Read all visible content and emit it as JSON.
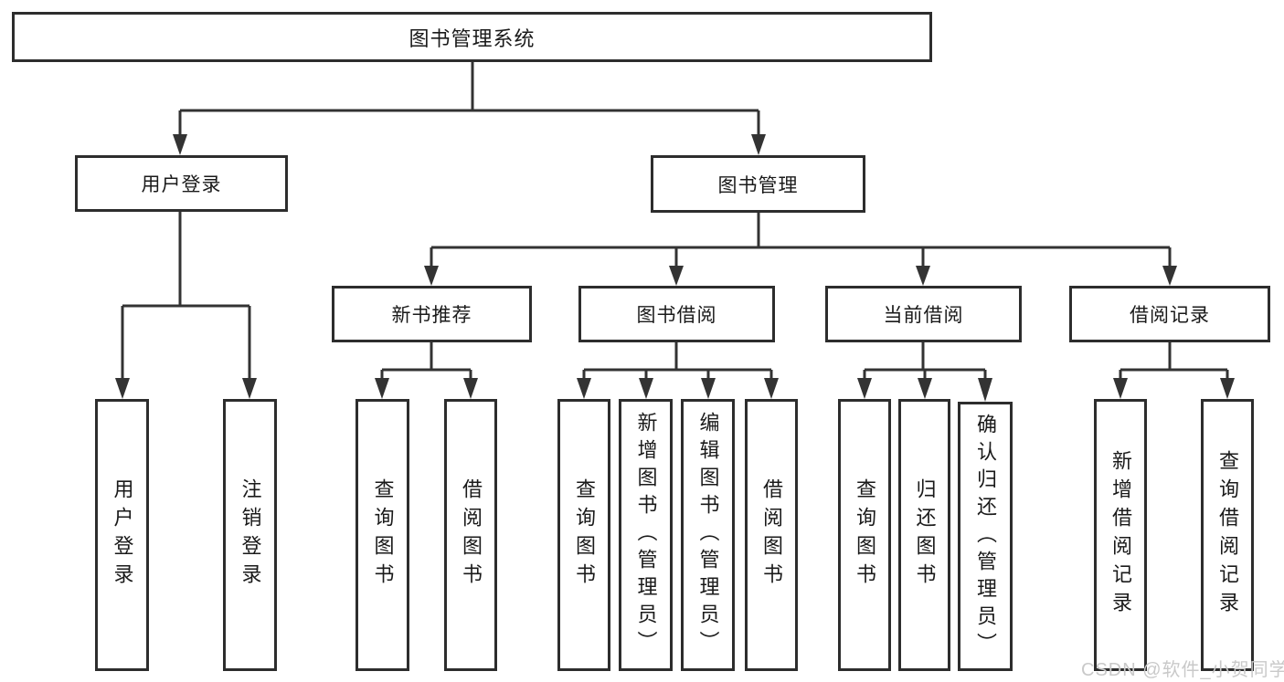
{
  "tree": {
    "label": "图书管理系统",
    "children": [
      {
        "label": "用户登录",
        "children": [
          {
            "label": "用户登录"
          },
          {
            "label": "注销登录"
          }
        ]
      },
      {
        "label": "图书管理",
        "children": [
          {
            "label": "新书推荐",
            "children": [
              {
                "label": "查询图书"
              },
              {
                "label": "借阅图书"
              }
            ]
          },
          {
            "label": "图书借阅",
            "children": [
              {
                "label": "查询图书"
              },
              {
                "label": "新增图书（管理员）"
              },
              {
                "label": "编辑图书（管理员）"
              },
              {
                "label": "借阅图书"
              }
            ]
          },
          {
            "label": "当前借阅",
            "children": [
              {
                "label": "查询图书"
              },
              {
                "label": "归还图书"
              },
              {
                "label": "确认归还（管理员）"
              }
            ]
          },
          {
            "label": "借阅记录",
            "children": [
              {
                "label": "新增借阅记录"
              },
              {
                "label": "查询借阅记录"
              }
            ]
          }
        ]
      }
    ]
  },
  "watermark": {
    "text": "CSDN @软件_小贺同学"
  },
  "colors": {
    "line": "#333333",
    "border": "#2d2d2d",
    "text": "#1a1a1a",
    "background": "#ffffff",
    "watermark": "#c9c9c9"
  }
}
